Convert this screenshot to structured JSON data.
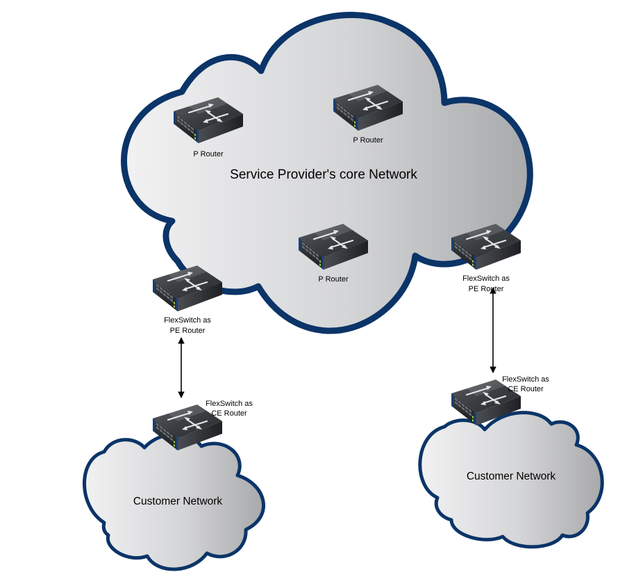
{
  "clouds": {
    "core": {
      "label": "Service Provider's core Network"
    },
    "customer_left": {
      "label": "Customer Network"
    },
    "customer_right": {
      "label": "Customer Network"
    }
  },
  "devices": {
    "p_router_1": {
      "label": "P Router"
    },
    "p_router_2": {
      "label": "P Router"
    },
    "p_router_3": {
      "label": "P Router"
    },
    "pe_left": {
      "line1": "FlexSwitch as",
      "line2": "PE Router"
    },
    "pe_right": {
      "line1": "FlexSwitch as",
      "line2": "PE Router"
    },
    "ce_left": {
      "line1": "FlexSwitch as",
      "line2": "CE Router"
    },
    "ce_right": {
      "line1": "FlexSwitch as",
      "line2": "CE Router"
    }
  },
  "colors": {
    "cloud_border": "#0b3468",
    "cloud_fill_light": "#f1f1f2",
    "cloud_fill_dark": "#a9aaac",
    "switch_body": "#2c2f33",
    "switch_side": "#1a3f73"
  }
}
